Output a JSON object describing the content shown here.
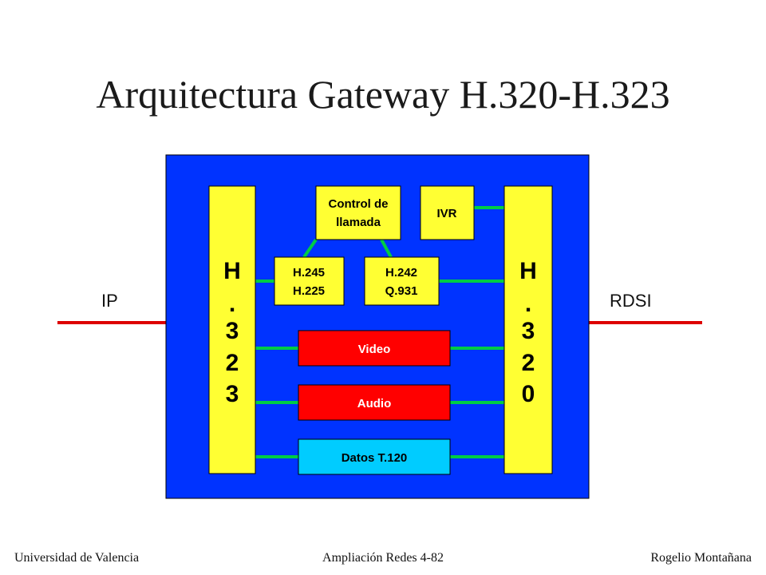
{
  "slide": {
    "title": "Arquitectura Gateway H.320-H.323"
  },
  "labels": {
    "left_network": "IP",
    "right_network": "RDSI"
  },
  "blocks": {
    "h323": [
      "H",
      ".",
      "3",
      "2",
      "3"
    ],
    "h320": [
      "H",
      ".",
      "3",
      "2",
      "0"
    ],
    "control": [
      "Control de",
      "llamada"
    ],
    "ivr": "IVR",
    "h245": [
      "H.245",
      "H.225"
    ],
    "h242": [
      "H.242",
      "Q.931"
    ],
    "video": "Video",
    "audio": "Audio",
    "datos": "Datos T.120"
  },
  "colors": {
    "frame": "#0033ff",
    "yellow": "#ffff33",
    "red": "#ff0000",
    "cyan": "#00ccff",
    "green": "#00cc44",
    "line_red": "#dd0000"
  },
  "footer": {
    "left": "Universidad de Valencia",
    "center": "Ampliación Redes 4-82",
    "right": "Rogelio Montañana"
  }
}
